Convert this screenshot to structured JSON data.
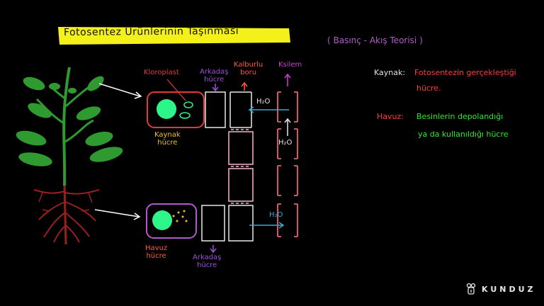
{
  "title": "Fotosentez Ürünlerinin Taşınması",
  "subtitle": "( Basınç - Akış Teorisi )",
  "labels": {
    "kloroplast": "Kloroplast",
    "arkadas_hucre_top_1": "Arkadaş",
    "arkadas_hucre_top_2": "hücre",
    "kalburlu_boru_1": "Kalburlu",
    "kalburlu_boru_2": "boru",
    "ksilem": "Ksilem",
    "kaynak_hucre_1": "Kaynak",
    "kaynak_hucre_2": "hücre",
    "havuz_hucre_1": "Havuz",
    "havuz_hucre_2": "hücre",
    "arkadas_hucre_bottom_1": "Arkadaş",
    "arkadas_hucre_bottom_2": "hücre",
    "h2o_top": "H₂O",
    "h2o_middle": "H₂O",
    "h2o_bottom": "H₂O"
  },
  "definitions": {
    "kaynak_term": "Kaynak:",
    "kaynak_text_1": "Fotosentezin gerçekleştiği",
    "kaynak_text_2": "hücre.",
    "havuz_term": "Havuz:",
    "havuz_text_1": "Besinlerin depolandığı",
    "havuz_text_2": "ya da kullanıldığı hücre"
  },
  "brand": "KUNDUZ",
  "colors": {
    "highlight": "#f4f01a",
    "kloroplast_label": "#e23a3a",
    "arkadas_label": "#9b4fd8",
    "kalburlu_label": "#ff5a3a",
    "ksilem_label": "#d23ad8",
    "kaynak_label": "#f0c020",
    "havuz_label": "#ff5a3a",
    "phloem_tube": "#f2b8cc",
    "xylem_tube": "#e8607a",
    "water_arrow": "#3aa8d8",
    "leaf_green": "#2f9a2f",
    "root": "#9a1f1f",
    "chloroplast_fill": "#2ef58a",
    "definition_term_kaynak": "#e0e0e0",
    "definition_text_red": "#ff3a3a",
    "definition_text_green": "#2ee82e"
  }
}
